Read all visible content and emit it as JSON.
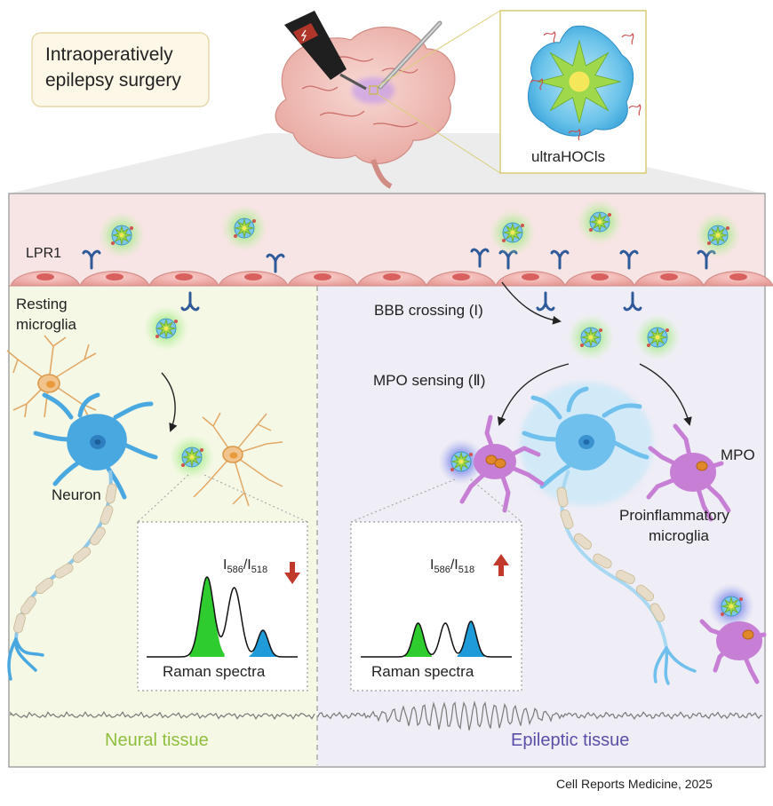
{
  "header": {
    "procedure": [
      "Intraoperatively",
      "epilepsy surgery"
    ],
    "probe_name": "ultraHOCls"
  },
  "barrier": {
    "receptor_label": "LPR1"
  },
  "neural_tissue": {
    "microglia_label": [
      "Resting",
      "microglia"
    ],
    "neuron_label": "Neuron",
    "ratio_label": {
      "base": "I",
      "sub1": "586",
      "sep": "/I",
      "sub2": "518"
    },
    "ratio_trend": "down",
    "spectrum_caption": "Raman spectra",
    "tissue_label": "Neural tissue"
  },
  "epileptic_tissue": {
    "step1": "BBB crossing (I)",
    "step2": "MPO sensing (Ⅱ)",
    "mpo_label": "MPO",
    "microglia_label": [
      "Proinflammatory",
      "microglia"
    ],
    "ratio_label": {
      "base": "I",
      "sub1": "586",
      "sep": "/I",
      "sub2": "518"
    },
    "ratio_trend": "up",
    "spectrum_caption": "Raman spectra",
    "tissue_label": "Epileptic tissue"
  },
  "citation": "Cell Reports Medicine, 2025",
  "colors": {
    "neural_bg": "#f6f8e6",
    "epileptic_bg": "#efedf5",
    "barrier_bg": "#f7e4e4",
    "neural_text": "#8fbf3e",
    "epileptic_text": "#5a4fa8",
    "arrow_red": "#c0392b",
    "green_peak": "#2ecc2e",
    "blue_peak": "#1e9bd8",
    "neuron_blue": "#4aa8e0",
    "microglia_orange": "#e8b070",
    "microglia_purple": "#c77fd6"
  }
}
